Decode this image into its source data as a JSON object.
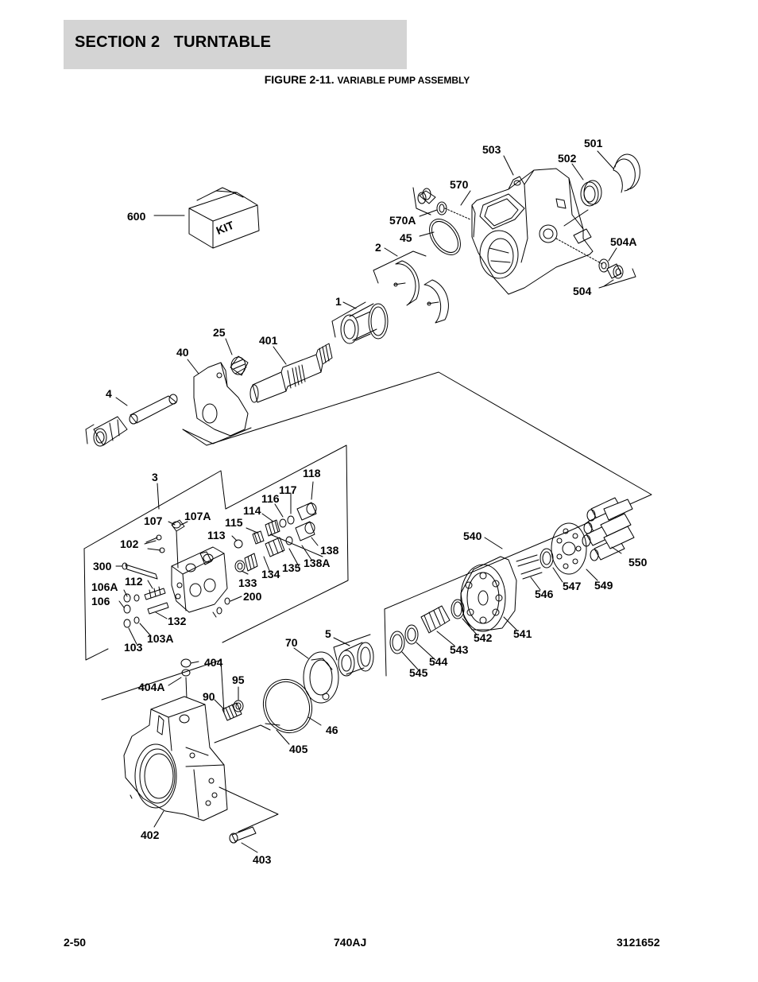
{
  "header": {
    "section_title": "SECTION 2   TURNTABLE",
    "figure_number": "FIGURE 2-11.",
    "figure_name": "VARIABLE PUMP ASSEMBLY"
  },
  "kit_box_text": "KIT",
  "part_labels": {
    "p501": "501",
    "p503": "503",
    "p502": "502",
    "p570": "570",
    "p600": "600",
    "p570a": "570A",
    "p45": "45",
    "p2": "2",
    "p504a": "504A",
    "p504": "504",
    "p1": "1",
    "p25": "25",
    "p401": "401",
    "p40": "40",
    "p4": "4",
    "p3": "3",
    "p118": "118",
    "p117": "117",
    "p116": "116",
    "p114": "114",
    "p107": "107",
    "p107a": "107A",
    "p115": "115",
    "p113": "113",
    "p540": "540",
    "p102": "102",
    "p138": "138",
    "p550": "550",
    "p300": "300",
    "p135": "135",
    "p138a": "138A",
    "p134": "134",
    "p112": "112",
    "p133": "133",
    "p106a": "106A",
    "p549": "549",
    "p547": "547",
    "p200": "200",
    "p106": "106",
    "p546": "546",
    "p132": "132",
    "p541": "541",
    "p5": "5",
    "p103a": "103A",
    "p542": "542",
    "p70": "70",
    "p103": "103",
    "p543": "543",
    "p404": "404",
    "p544": "544",
    "p545": "545",
    "p95": "95",
    "p404a": "404A",
    "p90": "90",
    "p46": "46",
    "p405": "405",
    "p402": "402",
    "p403": "403"
  },
  "footer": {
    "page_number": "2-50",
    "model": "740AJ",
    "document_number": "3121652"
  }
}
